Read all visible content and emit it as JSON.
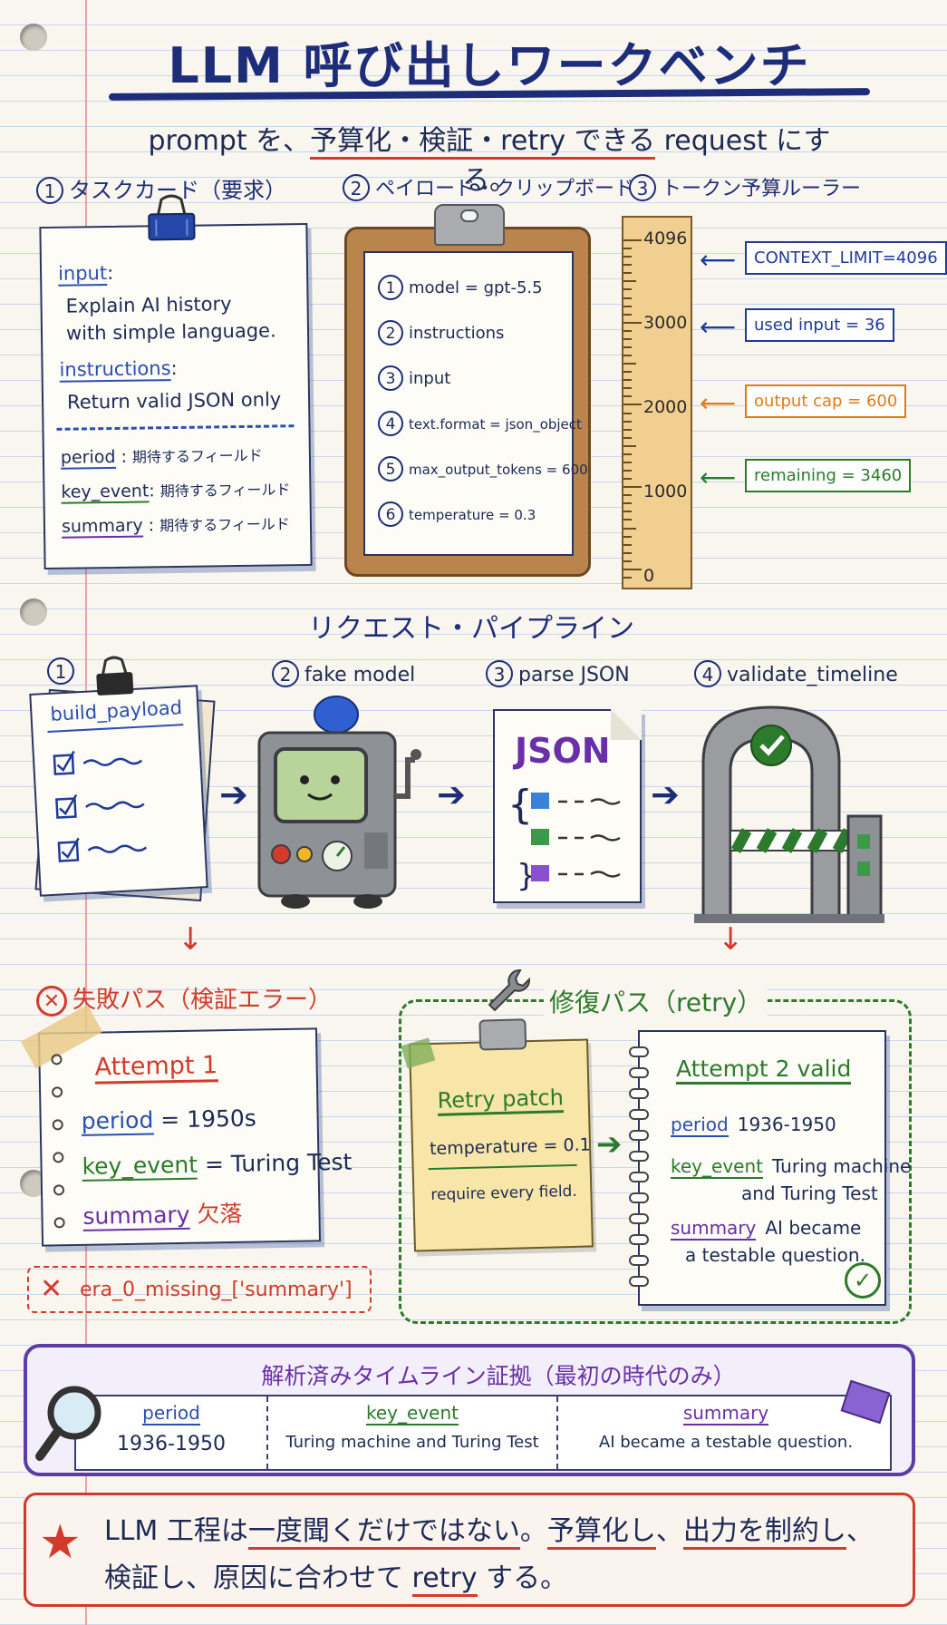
{
  "header": {
    "title": "LLM 呼び出しワークベンチ",
    "subtitle_pre": "prompt を、",
    "subtitle_mid": "予算化・検証・retry できる",
    "subtitle_post": " request にする。"
  },
  "task_card": {
    "section_num": "1",
    "section_title": "タスクカード（要求）",
    "input_label": "input",
    "input_text_1": "Explain AI history",
    "input_text_2": "with simple language.",
    "instructions_label": "instructions",
    "instructions_text": "Return valid JSON only",
    "colon": ":",
    "fields": [
      {
        "key": "period",
        "value": "期待するフィールド"
      },
      {
        "key": "key_event",
        "value": "期待するフィールド"
      },
      {
        "key": "summary",
        "value": "期待するフィールド"
      }
    ]
  },
  "payload": {
    "section_num": "2",
    "section_title": "ペイロード・クリップボード",
    "items": [
      {
        "num": "1",
        "text": "model = gpt-5.5"
      },
      {
        "num": "2",
        "text": "instructions"
      },
      {
        "num": "3",
        "text": "input"
      },
      {
        "num": "4",
        "text": "text.format = json_object"
      },
      {
        "num": "5",
        "text": "max_output_tokens = 600"
      },
      {
        "num": "6",
        "text": "temperature = 0.3"
      }
    ]
  },
  "ruler": {
    "section_num": "3",
    "section_title": "トークン予算ルーラー",
    "labels": [
      "4096",
      "3000",
      "2000",
      "1000",
      "0"
    ],
    "tags": [
      {
        "text": "CONTEXT_LIMIT=4096",
        "color": "#1e3a9a"
      },
      {
        "text": "used input = 36",
        "color": "#1e3a9a"
      },
      {
        "text": "output cap = 600",
        "color": "#e07b16"
      },
      {
        "text": "remaining = 3460",
        "color": "#2c7a2c"
      }
    ]
  },
  "pipeline": {
    "title": "リクエスト・パイプライン",
    "steps": [
      {
        "num": "1",
        "label": "build_payload"
      },
      {
        "num": "2",
        "label": "fake model"
      },
      {
        "num": "3",
        "label": "parse JSON"
      },
      {
        "num": "4",
        "label": "validate_timeline"
      }
    ],
    "json_word": "JSON",
    "brace_open": "{",
    "brace_close": "}"
  },
  "failure": {
    "title": "失敗パス（検証エラー）",
    "card_title": "Attempt 1",
    "rows": [
      {
        "key": "period",
        "sep": " = ",
        "value": "1950s"
      },
      {
        "key": "key_event",
        "sep": " = ",
        "value": "Turing Test"
      },
      {
        "key": "summary",
        "sep": "  ",
        "value": "欠落"
      }
    ],
    "error": "era_0_missing_['summary']"
  },
  "repair": {
    "title": "修復パス（retry）",
    "patch_title": "Retry patch",
    "patch_line1": "temperature = 0.1",
    "patch_line2": "require every field.",
    "card_title": "Attempt 2 valid",
    "rows": [
      {
        "key": "period",
        "value": "1936-1950"
      },
      {
        "key": "key_event",
        "value": "Turing machine",
        "value2": "and Turing Test"
      },
      {
        "key": "summary",
        "value": "AI became",
        "value2": "a testable question."
      }
    ]
  },
  "evidence": {
    "title": "解析済みタイムライン証拠（最初の時代のみ）",
    "cols": [
      {
        "key": "period",
        "value": "1936-1950"
      },
      {
        "key": "key_event",
        "value": "Turing machine and Turing Test"
      },
      {
        "key": "summary",
        "value": "AI became a testable question."
      }
    ]
  },
  "conclusion": {
    "line1_a": "LLM 工程は",
    "line1_b": "一度聞くだけではない",
    "line1_c": "。",
    "line1_d": "予算化し",
    "line1_e": "、",
    "line1_f": "出力を制約し",
    "line1_g": "、",
    "line2_a": "検証し、原因に合わせて ",
    "line2_b": "retry",
    "line2_c": " する。"
  }
}
